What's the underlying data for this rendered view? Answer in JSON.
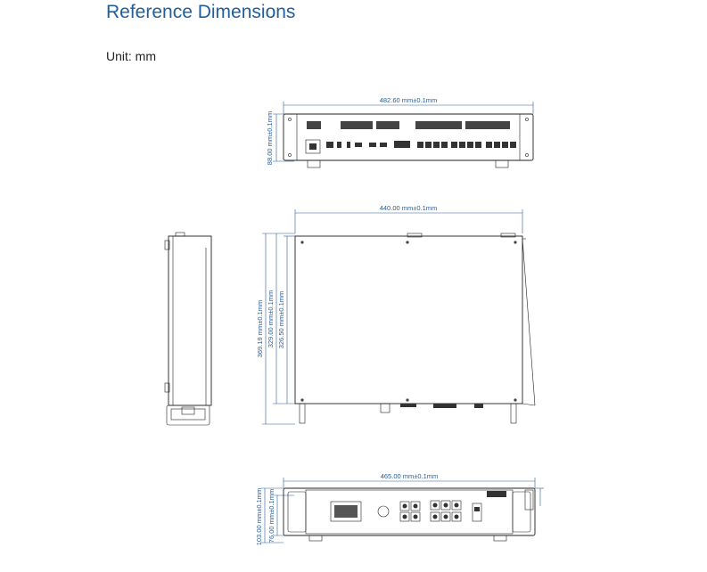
{
  "title": "Reference Dimensions",
  "unit": "Unit: mm",
  "rear_view": {
    "width_label": "482.60 mm±0.1mm",
    "height_label": "88.00 mm±0.1mm"
  },
  "top_view": {
    "width_label": "440.00 mm±0.1mm",
    "depth_labels": [
      "369.19 mm±0.1mm",
      "329.00 mm±0.1mm",
      "326.50 mm±0.1mm"
    ]
  },
  "front_view": {
    "width_label": "465.00 mm±0.1mm",
    "height_labels": [
      "103.00 mm±0.1mm",
      "76.00 mm±0.1mm"
    ]
  }
}
